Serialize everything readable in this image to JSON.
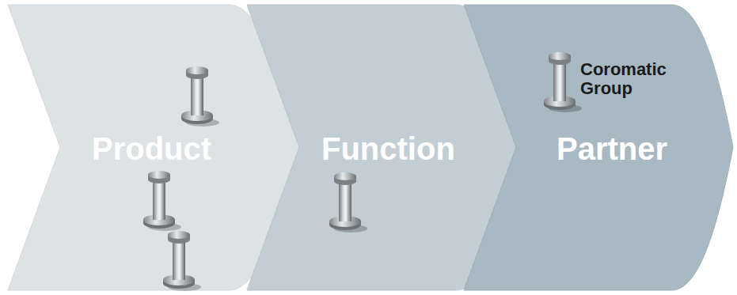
{
  "diagram": {
    "nodes": [
      {
        "text": [
          "Product"
        ]
      },
      {
        "text": [
          "Function"
        ]
      },
      {
        "text": [
          "Partner",
          "Coromatic Group"
        ]
      }
    ]
  }
}
